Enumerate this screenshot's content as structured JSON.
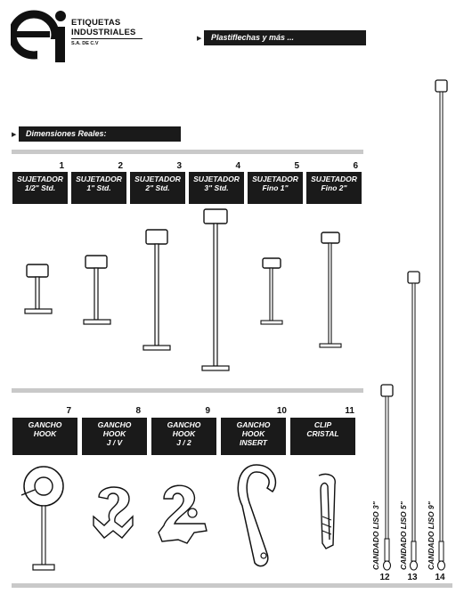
{
  "logo": {
    "monogram": "ei",
    "line1": "ETIQUETAS",
    "line2": "INDUSTRIALES",
    "line3": "S.A. DE C.V"
  },
  "header_bar": "Plastiflechas y más ...",
  "section_bar": "Dimensiones Reales:",
  "row1": [
    {
      "number": "1",
      "line1": "SUJETADOR",
      "line2": "1/2\" Std."
    },
    {
      "number": "2",
      "line1": "SUJETADOR",
      "line2": "1\" Std."
    },
    {
      "number": "3",
      "line1": "SUJETADOR",
      "line2": "2\" Std."
    },
    {
      "number": "4",
      "line1": "SUJETADOR",
      "line2": "3\" Std."
    },
    {
      "number": "5",
      "line1": "SUJETADOR",
      "line2": "Fino 1\""
    },
    {
      "number": "6",
      "line1": "SUJETADOR",
      "line2": "Fino 2\""
    }
  ],
  "row2": [
    {
      "number": "7",
      "line1": "GANCHO",
      "line2": "HOOK",
      "line3": ""
    },
    {
      "number": "8",
      "line1": "GANCHO",
      "line2": "HOOK",
      "line3": "J / V"
    },
    {
      "number": "9",
      "line1": "GANCHO",
      "line2": "HOOK",
      "line3": "J / 2"
    },
    {
      "number": "10",
      "line1": "GANCHO",
      "line2": "HOOK",
      "line3": "INSERT"
    },
    {
      "number": "11",
      "line1": "CLIP",
      "line2": "CRISTAL",
      "line3": ""
    }
  ],
  "candados": [
    {
      "number": "12",
      "label": "CANDADO LISO 3\""
    },
    {
      "number": "13",
      "label": "CANDADO LISO 5\""
    },
    {
      "number": "14",
      "label": "CANDADO LISO 9\""
    }
  ]
}
